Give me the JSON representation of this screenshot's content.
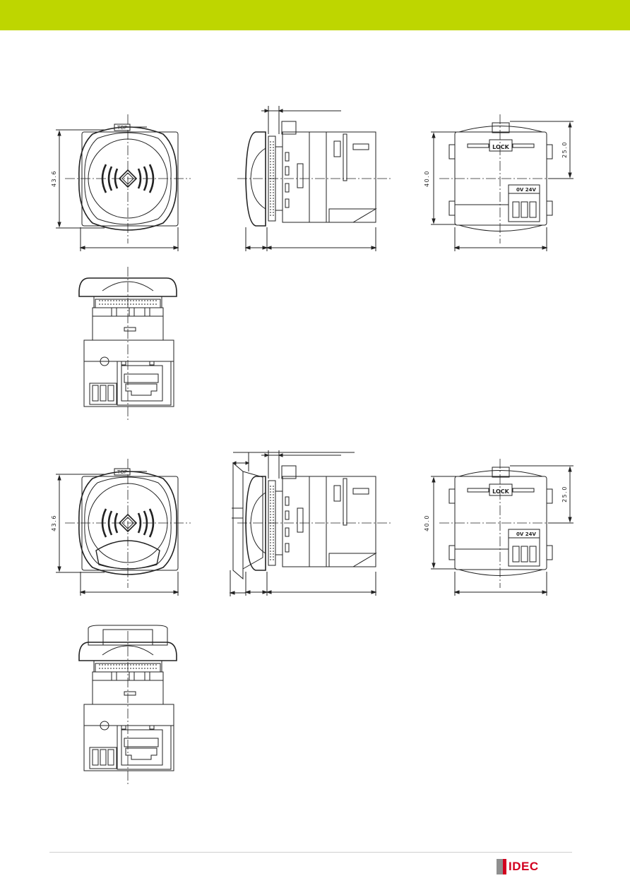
{
  "colors": {
    "header_bar": "#bed600",
    "logo_red": "#d2001f",
    "line": "#222222"
  },
  "assemblies": [
    {
      "front": {
        "top_mark": "TOP",
        "height_dim": "43.6"
      },
      "rear": {
        "height_dim": "40.0",
        "offset_dim": "25.0",
        "lock_label": "LOCK",
        "terminal_label": "0V 24V"
      }
    },
    {
      "front": {
        "top_mark": "TOP",
        "height_dim": "43.6"
      },
      "rear": {
        "height_dim": "40.0",
        "offset_dim": "25.0",
        "lock_label": "LOCK",
        "terminal_label": "0V 24V"
      }
    }
  ],
  "logo": {
    "text": "IDEC"
  }
}
